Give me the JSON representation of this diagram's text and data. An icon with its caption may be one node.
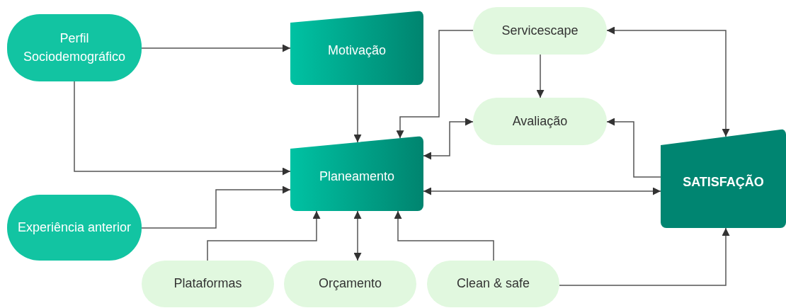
{
  "diagram": {
    "nodes": [
      {
        "text": [
          "Perfil Sociodemográfico"
        ]
      },
      {
        "text": [
          "Motivação"
        ]
      },
      {
        "text": [
          "Servicescape"
        ]
      },
      {
        "text": [
          "Avaliação"
        ]
      },
      {
        "text": [
          "Planeamento"
        ]
      },
      {
        "text": [
          "SATISFAÇÃO"
        ]
      },
      {
        "text": [
          "Experiência anterior"
        ]
      },
      {
        "text": [
          "Plataformas"
        ]
      },
      {
        "text": [
          "Orçamento"
        ]
      },
      {
        "text": [
          "Clean & safe"
        ]
      }
    ],
    "edges": [
      {
        "from": 0,
        "to": 1,
        "arrow": "to"
      },
      {
        "from": 0,
        "to": 4,
        "arrow": "to"
      },
      {
        "from": 1,
        "to": 4,
        "arrow": "to"
      },
      {
        "from": 2,
        "to": 3,
        "arrow": "to"
      },
      {
        "from": 2,
        "to": 4,
        "arrow": "to"
      },
      {
        "from": 2,
        "to": 5,
        "arrow": "both"
      },
      {
        "from": 3,
        "to": 4,
        "arrow": "both"
      },
      {
        "from": 5,
        "to": 3,
        "arrow": "to"
      },
      {
        "from": 4,
        "to": 5,
        "arrow": "both"
      },
      {
        "from": 6,
        "to": 4,
        "arrow": "to"
      },
      {
        "from": 7,
        "to": 4,
        "arrow": "to"
      },
      {
        "from": 8,
        "to": 4,
        "arrow": "both"
      },
      {
        "from": 9,
        "to": 4,
        "arrow": "to"
      },
      {
        "from": 9,
        "to": 5,
        "arrow": "to"
      }
    ]
  }
}
